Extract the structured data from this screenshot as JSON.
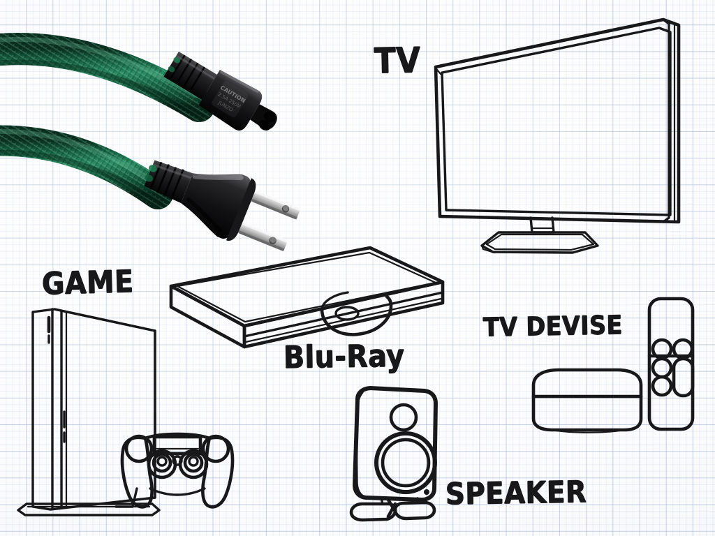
{
  "page": {
    "title": "Home Entertainment Setup Sketch",
    "background": "graph-paper",
    "paper_color": "#fcfcfe",
    "grid_color": "#96acc d",
    "ink_color": "#18181a"
  },
  "labels": {
    "tv": "TV",
    "game": "GAME",
    "bluray": "Blu-Ray",
    "tv_devise": "TV DEVISE",
    "speaker": "SPEAKER"
  },
  "objects": {
    "power_cable": {
      "name": "green-braided-power-cable",
      "cable_color": "#1b6b49",
      "cable_color_dark": "#0d3f2b",
      "cable_color_light": "#2f9c6d",
      "connector_color": "#1c1c1e",
      "prong_color": "#d8d8d8",
      "connectors": [
        "iec-c7-figure8-connector",
        "nema-1-15p-two-prong-plug"
      ],
      "strands": 2
    },
    "television": {
      "name": "flat-screen-tv",
      "style": "line-drawing-perspective",
      "parts": [
        "bezel",
        "screen",
        "neck",
        "base-stand"
      ]
    },
    "game_console": {
      "name": "game-console-vertical",
      "parts": [
        "console-body",
        "vertical-stand",
        "disc-slot",
        "ports"
      ]
    },
    "game_controller": {
      "name": "gamepad-controller",
      "parts": [
        "touchpad",
        "left-analog-stick",
        "right-analog-stick",
        "left-grip",
        "right-grip",
        "center-button"
      ]
    },
    "bluray_player": {
      "name": "bluray-disc-player",
      "style": "isometric-box",
      "parts": [
        "top-panel",
        "front-panel",
        "side-panel",
        "disc-tray",
        "disc"
      ]
    },
    "speaker": {
      "name": "bookshelf-speaker",
      "parts": [
        "cabinet",
        "tweeter",
        "woofer",
        "led-indicator",
        "stand"
      ]
    },
    "tv_box": {
      "name": "streaming-set-top-box",
      "parts": [
        "rounded-top",
        "body"
      ]
    },
    "remote": {
      "name": "tv-remote-control",
      "buttons": [
        "circle-top-left",
        "circle-top-right",
        "circle-mid-left",
        "circle-bottom-left",
        "pill-right"
      ],
      "divider": true
    }
  }
}
